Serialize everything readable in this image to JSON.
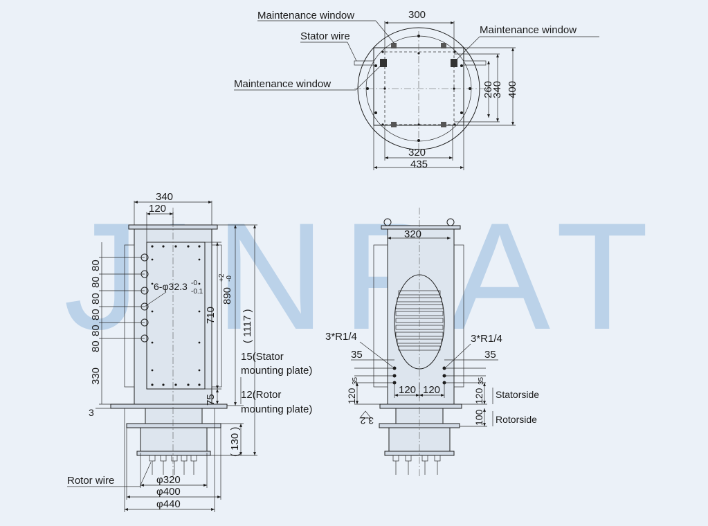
{
  "watermark": "JINPAT",
  "top_view": {
    "labels": {
      "maintenance_window_1": "Maintenance window",
      "maintenance_window_2": "Maintenance window",
      "maintenance_window_3": "Maintenance window",
      "stator_wire": "Stator wire"
    },
    "dims": {
      "d300": "300",
      "d260": "260",
      "d340": "340",
      "d400": "400",
      "d320": "320",
      "d435": "435"
    }
  },
  "front_view": {
    "dims": {
      "d340": "340",
      "d120": "120",
      "d80_1": "80",
      "d80_2": "80",
      "d80_3": "80",
      "d80_4": "80",
      "d80_5": "80",
      "d80_6": "80",
      "d330": "330",
      "d3": "3",
      "d710": "710",
      "d890": "890",
      "tol_890_up": "+2",
      "tol_890_dn": "-0",
      "d1117": "( 1117 )",
      "d75": "75",
      "d130": "( 130 )",
      "hole_callout": "6-φ32.3",
      "tol_hole_up": "-0",
      "tol_hole_dn": "-0.1",
      "phi320": "φ320",
      "phi400": "φ400",
      "phi440": "φ440"
    },
    "labels": {
      "stator_plate_1": "15(Stator",
      "stator_plate_2": "mounting plate)",
      "rotor_plate_1": "12(Rotor",
      "rotor_plate_2": "mounting plate)",
      "rotor_wire": "Rotor wire"
    }
  },
  "side_view": {
    "dims": {
      "d320": "320",
      "port_left": "3*R1/4",
      "port_right": "3*R1/4",
      "d35_l": "35",
      "d35_r": "35",
      "d35_l2": "35",
      "d35_r2": "35",
      "d120_a": "120",
      "d120_b": "120",
      "d120_l": "120",
      "d120_r": "120",
      "d100": "100",
      "d32": "3.2"
    },
    "labels": {
      "statorside": "Statorside",
      "rotorside": "Rotorside"
    }
  }
}
